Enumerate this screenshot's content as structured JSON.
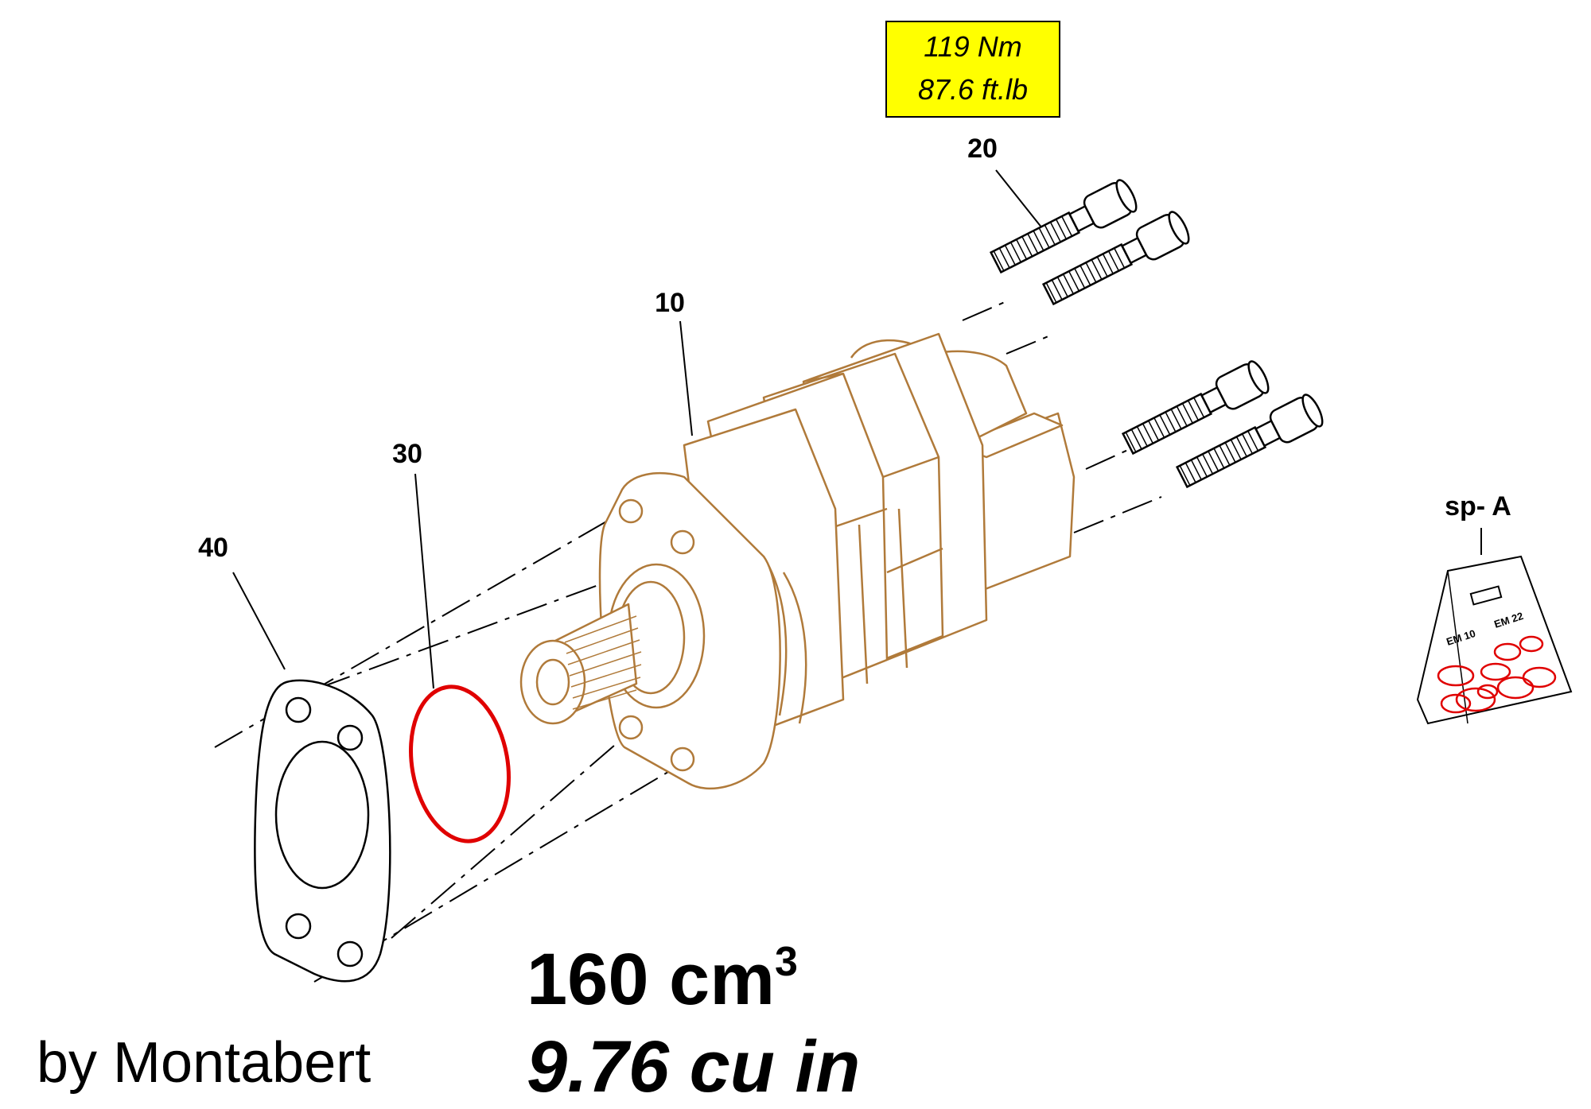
{
  "torque": {
    "line1": "119 Nm",
    "line2": "87.6 ft.lb",
    "box_color": "#ffff00"
  },
  "callouts": {
    "bolts": "20",
    "motor": "10",
    "oring": "30",
    "gasket": "40",
    "seal_kit": "sp- A"
  },
  "seal_kit": {
    "label_a": "EM 10",
    "label_b": "EM 22"
  },
  "displacement": {
    "metric_value": "160 cm",
    "metric_exponent": "3",
    "imperial": "9.76 cu in"
  },
  "credit": "by Montabert",
  "colors": {
    "motor": "#b07a3a",
    "oring": "#e00000",
    "lines": "#000000"
  }
}
